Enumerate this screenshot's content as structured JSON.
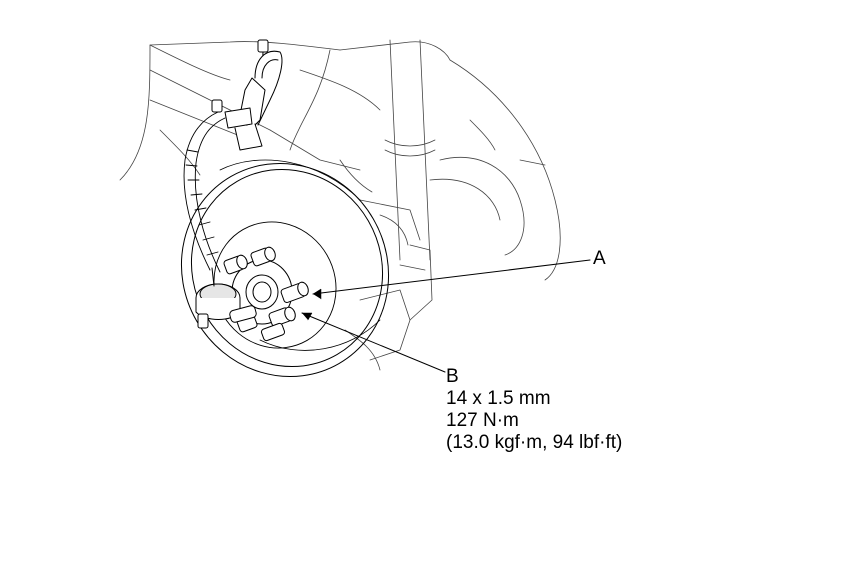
{
  "callouts": {
    "a": {
      "letter": "A"
    },
    "b": {
      "letter": "B",
      "spec_lines": [
        "14 x 1.5 mm",
        "127 N·m",
        "(13.0 kgf·m, 94 lbf·ft)"
      ]
    }
  },
  "colors": {
    "line": "#000000",
    "fill": "#ffffff",
    "shade": "#e6e6e6"
  }
}
